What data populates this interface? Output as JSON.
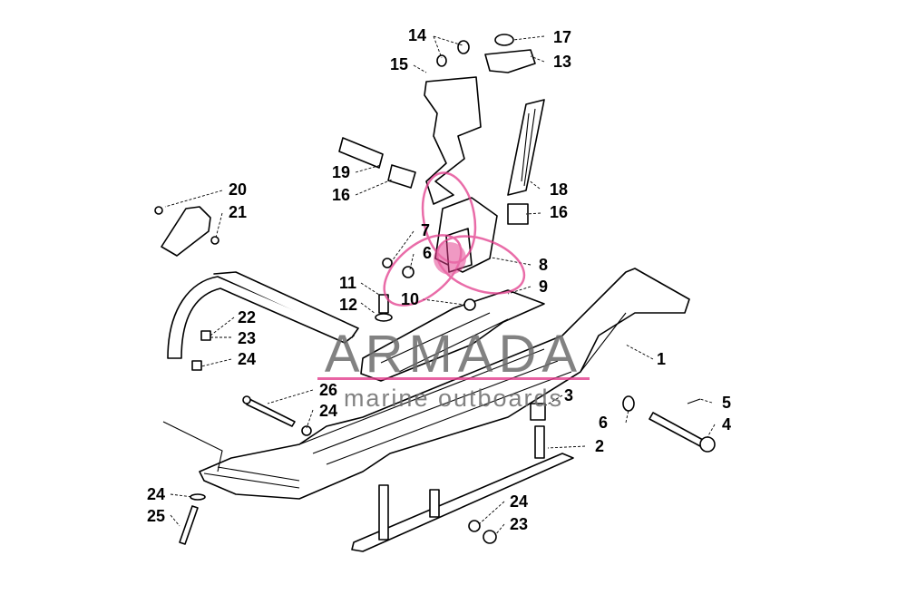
{
  "diagram": {
    "part_numbers": [
      "1",
      "2",
      "3",
      "4",
      "5",
      "6",
      "7",
      "8",
      "9",
      "10",
      "11",
      "12",
      "13",
      "14",
      "15",
      "16",
      "17",
      "18",
      "19",
      "20",
      "21",
      "22",
      "23",
      "24",
      "25",
      "26"
    ],
    "callouts": {
      "c1": "1",
      "c2": "2",
      "c3": "3",
      "c4": "4",
      "c5": "5",
      "c6a": "6",
      "c6b": "6",
      "c7": "7",
      "c8": "8",
      "c9": "9",
      "c10": "10",
      "c11": "11",
      "c12": "12",
      "c13": "13",
      "c14": "14",
      "c15": "15",
      "c16a": "16",
      "c16b": "16",
      "c17": "17",
      "c18": "18",
      "c19": "19",
      "c20": "20",
      "c21": "21",
      "c22": "22",
      "c23a": "23",
      "c23b": "23",
      "c24a": "24",
      "c24b": "24",
      "c24c": "24",
      "c24d": "24",
      "c25": "25",
      "c26": "26"
    }
  },
  "watermark": {
    "brand": "ARMADA",
    "tagline": "marine outboards",
    "accent_color": "#e23c8c",
    "text_color": "#6d6d6d"
  }
}
